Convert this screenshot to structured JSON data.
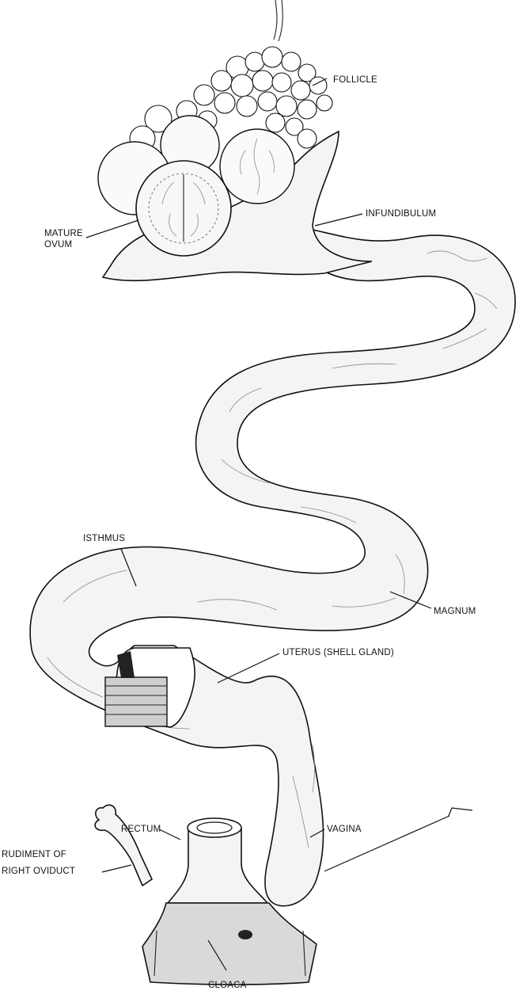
{
  "labels": {
    "follicle": "FOLLICLE",
    "infundibulum": "INFUNDIBULUM",
    "mature_ovum_1": "MATURE",
    "mature_ovum_2": "OVUM",
    "isthmus": "ISTHMUS",
    "magnum": "MAGNUM",
    "uterus": "UTERUS (SHELL GLAND)",
    "rectum": "RECTUM",
    "vagina": "VAGINA",
    "rudiment_1": "RUDIMENT OF",
    "rudiment_2": "RIGHT OVIDUCT",
    "cloaca": "CLOACA"
  }
}
